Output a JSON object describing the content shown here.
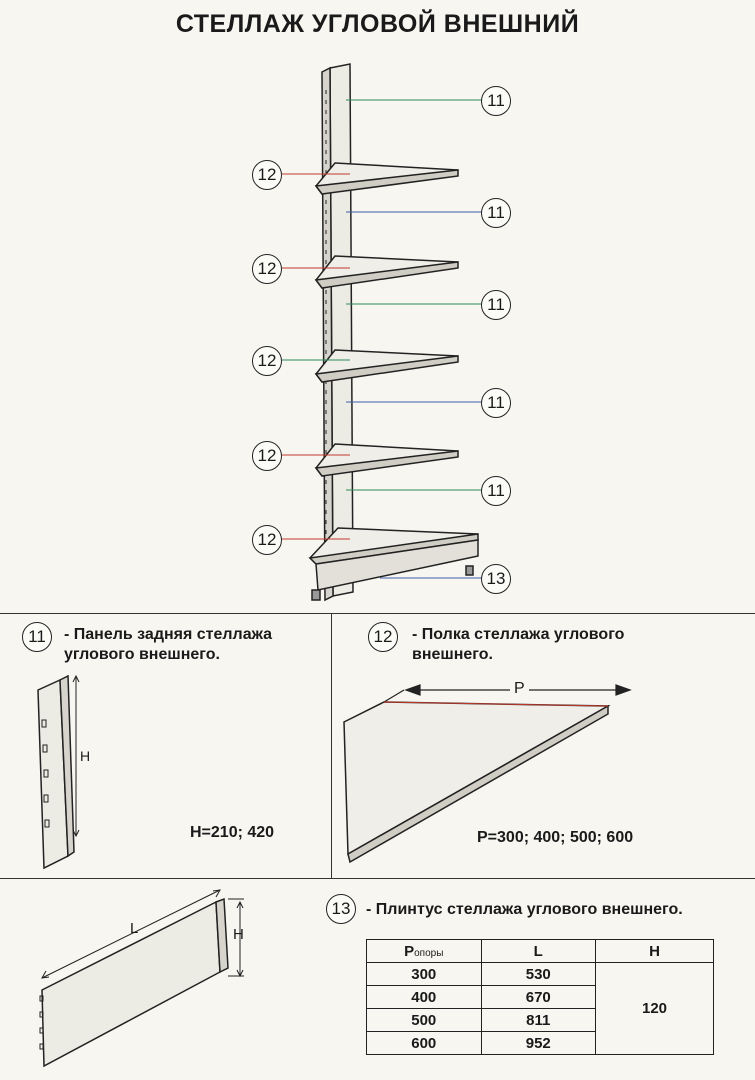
{
  "title": "СТЕЛЛАЖ УГЛОВОЙ ВНЕШНИЙ",
  "callouts": [
    "11",
    "12",
    "13"
  ],
  "parts": {
    "p11": {
      "number": "11",
      "desc_line1": "- Панель задняя стеллажа",
      "desc_line2": "углового внешнего.",
      "dim_label": "H",
      "formula": "H=210; 420"
    },
    "p12": {
      "number": "12",
      "desc_line1": "- Полка стеллажа углового",
      "desc_line2": "внешнего.",
      "dim_label": "P",
      "formula": "P=300; 400; 500; 600"
    },
    "p13": {
      "number": "13",
      "desc": "- Плинтус стеллажа углового внешнего.",
      "dim_label_l": "L",
      "dim_label_h": "H"
    }
  },
  "table": {
    "col1_main": "P",
    "col1_sub": "опоры",
    "col2": "L",
    "col3": "H",
    "rows": [
      {
        "p": "300",
        "l": "530"
      },
      {
        "p": "400",
        "l": "670"
      },
      {
        "p": "500",
        "l": "811"
      },
      {
        "p": "600",
        "l": "952"
      }
    ],
    "h_value": "120"
  },
  "colors": {
    "ink": "#1a1a1a",
    "paper": "#f7f6f1",
    "leader_red": "#c0392b",
    "leader_green": "#2e8b57",
    "leader_blue": "#3b5fa8"
  }
}
